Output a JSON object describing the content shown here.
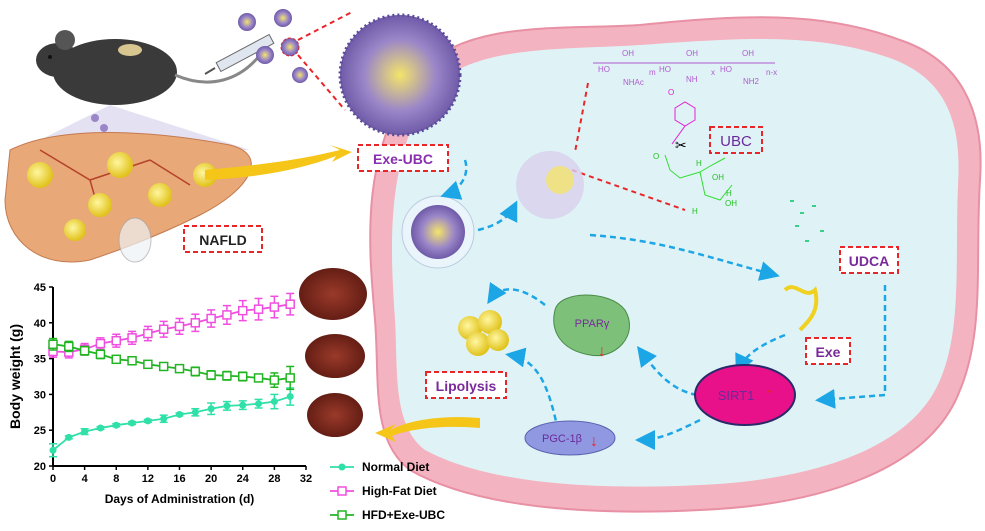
{
  "labels": {
    "nafld": "NAFLD",
    "exe_ubc": "Exe-UBC",
    "ubc": "UBC",
    "udca": "UDCA",
    "exe": "Exe",
    "lipolysis": "Lipolysis",
    "ppar": "PPARγ",
    "sirt1": "SIRT1",
    "pgc": "PGC-1β"
  },
  "chemistry": {
    "ho1": "HO",
    "oh1": "OH",
    "nhac": "NHAc",
    "m": "m",
    "ho2": "HO",
    "oh2": "OH",
    "nh": "NH",
    "x": "x",
    "ho3": "HO",
    "oh3": "OH",
    "nh2": "NH2",
    "nx": "n-x",
    "o1": "O",
    "o2": "O",
    "oh4": "OH",
    "oh5": "OH",
    "h1": "H",
    "h2": "H",
    "h3": "H"
  },
  "colors": {
    "normal": "#2fe0a8",
    "hfd": "#f04ee0",
    "exe_ubc": "#22b522",
    "dash_red": "#e8262a",
    "arrow_blue": "#1da6e6",
    "cell_border": "#f2aab8",
    "cell_fill": "#dff3f6",
    "ubc_text": "#6a2a9a"
  },
  "chart_data": {
    "type": "line",
    "title": "",
    "xlabel": "Days of Administration (d)",
    "ylabel": "Body weight (g)",
    "xlim": [
      0,
      32
    ],
    "ylim": [
      20,
      45
    ],
    "xticks": [
      "0",
      "4",
      "8",
      "12",
      "16",
      "20",
      "24",
      "28",
      "32"
    ],
    "yticks": [
      "20",
      "25",
      "30",
      "35",
      "40",
      "45"
    ],
    "x": [
      0,
      2,
      4,
      6,
      8,
      10,
      12,
      14,
      16,
      18,
      20,
      22,
      24,
      26,
      28,
      30
    ],
    "legend_position": "bottom-right",
    "series": [
      {
        "name": "Normal Diet",
        "marker": "filled-circle",
        "values": [
          22.2,
          24.0,
          24.8,
          25.3,
          25.7,
          26.0,
          26.3,
          26.6,
          27.2,
          27.5,
          28.0,
          28.4,
          28.5,
          28.7,
          29.0,
          29.7
        ],
        "errors": [
          0.9,
          0.2,
          0.4,
          0.2,
          0.2,
          0.2,
          0.2,
          0.5,
          0.2,
          0.5,
          0.8,
          0.6,
          0.6,
          0.6,
          1.0,
          1.2
        ]
      },
      {
        "name": "High-Fat Diet",
        "marker": "open-square",
        "values": [
          36.0,
          35.9,
          36.3,
          37.1,
          37.5,
          37.9,
          38.5,
          39.1,
          39.5,
          40.0,
          40.6,
          41.1,
          41.7,
          41.9,
          42.2,
          42.6
        ],
        "errors": [
          0.8,
          0.8,
          0.8,
          0.8,
          0.9,
          0.9,
          1.0,
          1.1,
          1.1,
          1.2,
          1.2,
          1.3,
          1.4,
          1.5,
          1.5,
          1.5
        ]
      },
      {
        "name": "HFD+Exe-UBC",
        "marker": "open-square",
        "values": [
          37.0,
          36.7,
          36.1,
          35.6,
          34.9,
          34.7,
          34.2,
          33.9,
          33.6,
          33.2,
          32.7,
          32.6,
          32.5,
          32.3,
          32.0,
          32.3
        ],
        "errors": [
          0.8,
          0.7,
          0.6,
          0.6,
          0.3,
          0.3,
          0.3,
          0.3,
          0.3,
          0.6,
          0.6,
          0.6,
          0.6,
          0.5,
          1.0,
          1.6
        ]
      }
    ]
  }
}
